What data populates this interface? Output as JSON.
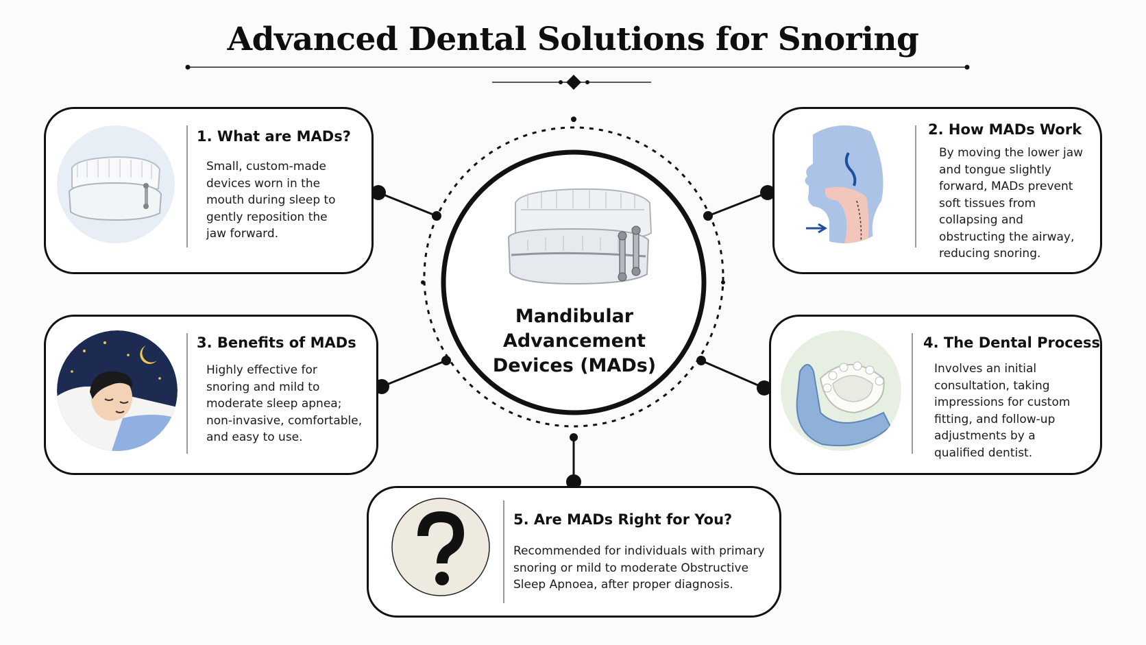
{
  "title": "Advanced Dental Solutions for Snoring",
  "center": {
    "lines": [
      "Mandibular",
      "Advancement",
      "Devices (MADs)"
    ],
    "illustration": "mandibular-advancement-device"
  },
  "cards": [
    {
      "heading": "1. What are MADs?",
      "lines": [
        "Small, custom-made",
        "devices worn in the",
        "mouth during sleep to",
        "gently reposition the",
        "jaw forward."
      ],
      "icon": "dental-splint-icon"
    },
    {
      "heading": "2. How MADs Work",
      "lines": [
        "By moving the lower jaw",
        "and tongue slightly",
        "forward, MADs prevent",
        "soft tissues from",
        "collapsing and",
        "obstructing the airway,",
        "reducing snoring."
      ],
      "icon": "airway-profile-icon"
    },
    {
      "heading": "3. Benefits of MADs",
      "lines": [
        "Highly effective for",
        "snoring and mild to",
        "moderate sleep apnea;",
        "non-invasive, comfortable,",
        "and easy to use."
      ],
      "icon": "sleeping-person-icon"
    },
    {
      "heading": "4. The Dental Process",
      "lines": [
        "Involves an initial",
        "consultation, taking",
        "impressions for custom",
        "fitting, and follow-up",
        "adjustments by a",
        "qualified dentist."
      ],
      "icon": "dental-impression-icon"
    },
    {
      "heading": "5. Are MADs Right for You?",
      "lines": [
        "Recommended for individuals with primary",
        "snoring or mild to moderate Obstructive",
        "Sleep Apnoea, after proper diagnosis."
      ],
      "icon": "question-mark-icon"
    }
  ],
  "colors": {
    "ink": "#111111",
    "airway_blue": "#aac3e6",
    "tissue_pink": "#f3c6bc",
    "night_sky": "#1d2b52",
    "moon_gold": "#f2c94c",
    "glove_blue": "#8fb0d8",
    "question_bg": "#efeae0"
  }
}
